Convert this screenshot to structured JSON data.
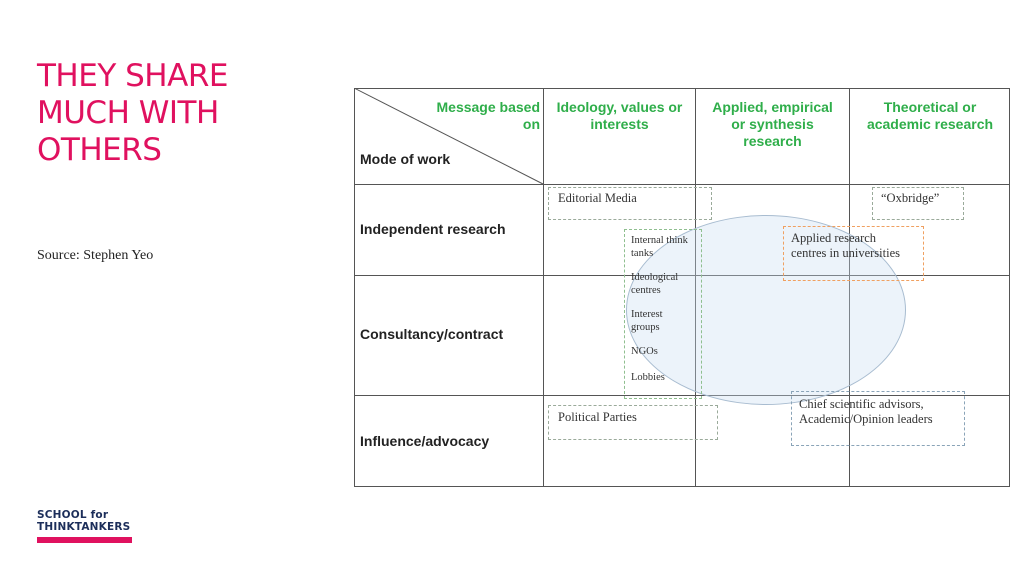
{
  "slide": {
    "title_lines": [
      "THEY SHARE",
      "MUCH WITH",
      "OTHERS"
    ],
    "source": "Source: Stephen Yeo"
  },
  "logo": {
    "line1_a": "SCHOOL ",
    "line1_b": "for",
    "line2": "THINKTANKERS"
  },
  "matrix": {
    "corner_top_lines": [
      "Message based",
      "on"
    ],
    "corner_bottom": "Mode of work",
    "columns": [
      {
        "lines": [
          "Ideology, values or",
          "interests"
        ]
      },
      {
        "lines": [
          "Applied, empirical",
          "or synthesis",
          "research"
        ]
      },
      {
        "lines": [
          "Theoretical or",
          "academic research"
        ]
      }
    ],
    "rows": [
      "Independent research",
      "Consultancy/contract",
      "Influence/advocacy"
    ],
    "boxes": {
      "editorial_media": "Editorial Media",
      "oxbridge": "“Oxbridge”",
      "applied_research_lines": [
        "Applied research",
        "centres in universities"
      ],
      "chief_advisors_lines": [
        "Chief scientific advisors,",
        "Academic/Opinion leaders"
      ],
      "political_parties": "Political Parties",
      "think_tank_types": [
        "Internal think tanks",
        "Ideological centres",
        "Interest groups",
        "NGOs",
        "Lobbies"
      ]
    }
  },
  "colors": {
    "accent": "#e0115f",
    "header_green": "#2fae4a",
    "logo_navy": "#1c2e5a"
  }
}
